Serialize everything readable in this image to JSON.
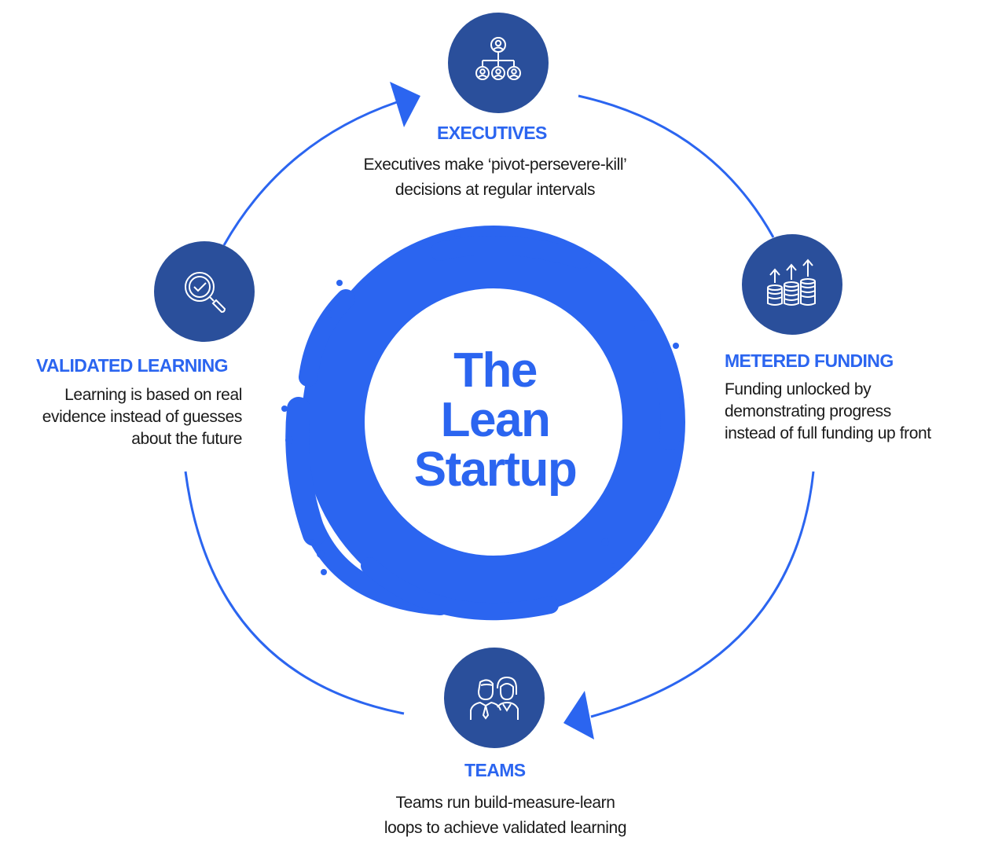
{
  "center_title": {
    "line1": "The",
    "line2": "Lean",
    "line3": "Startup"
  },
  "executives": {
    "heading": "EXECUTIVES",
    "line1": "Executives make ‘pivot-persevere-kill’",
    "line2": "decisions at regular intervals",
    "icon": "org-chart-icon"
  },
  "metered_funding": {
    "heading": "METERED FUNDING",
    "line1": "Funding unlocked by",
    "line2": "demonstrating progress",
    "line3": "instead of full funding up front",
    "icon": "growth-coins-icon"
  },
  "teams": {
    "heading": "TEAMS",
    "line1": "Teams run build-measure-learn",
    "line2": "loops to achieve validated learning",
    "icon": "team-people-icon"
  },
  "validated_learning": {
    "heading": "VALIDATED LEARNING",
    "line1": "Learning is based on real",
    "line2": "evidence instead of guesses",
    "line3": "about the future",
    "icon": "magnifier-check-icon"
  },
  "colors": {
    "accent": "#2b65f0",
    "node_fill": "#2a4f9b",
    "text": "#1a1a1a"
  }
}
